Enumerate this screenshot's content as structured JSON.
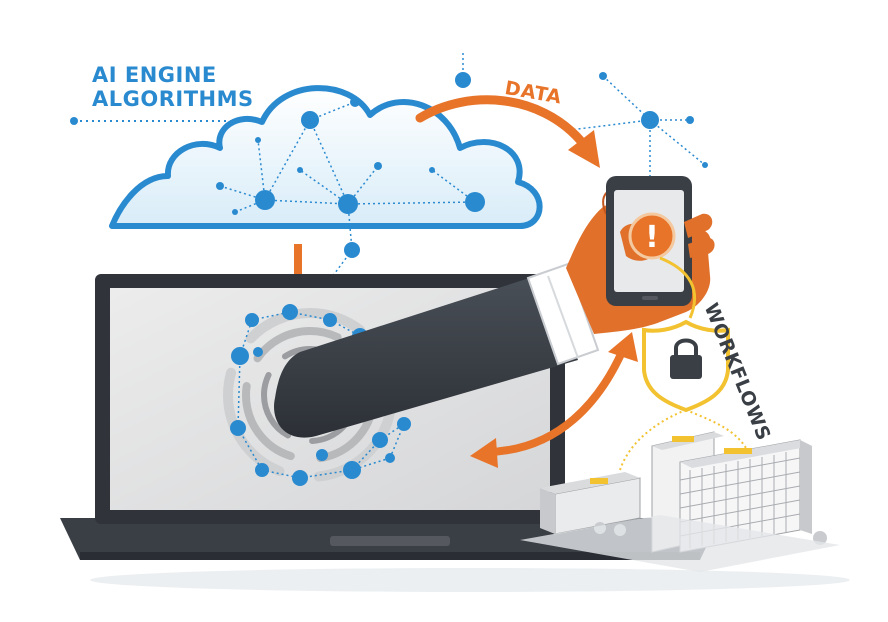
{
  "labels": {
    "ai_engine_line1": "AI ENGINE",
    "ai_engine_line2": "ALGORITHMS",
    "data": "DATA",
    "workflows": "WORKFLOWS"
  },
  "icons": {
    "alert": "!",
    "lock": "padlock"
  },
  "colors": {
    "blue": "#2a8ad0",
    "orange": "#e8742a",
    "yellow": "#f2c230",
    "dark": "#3a3f46"
  }
}
